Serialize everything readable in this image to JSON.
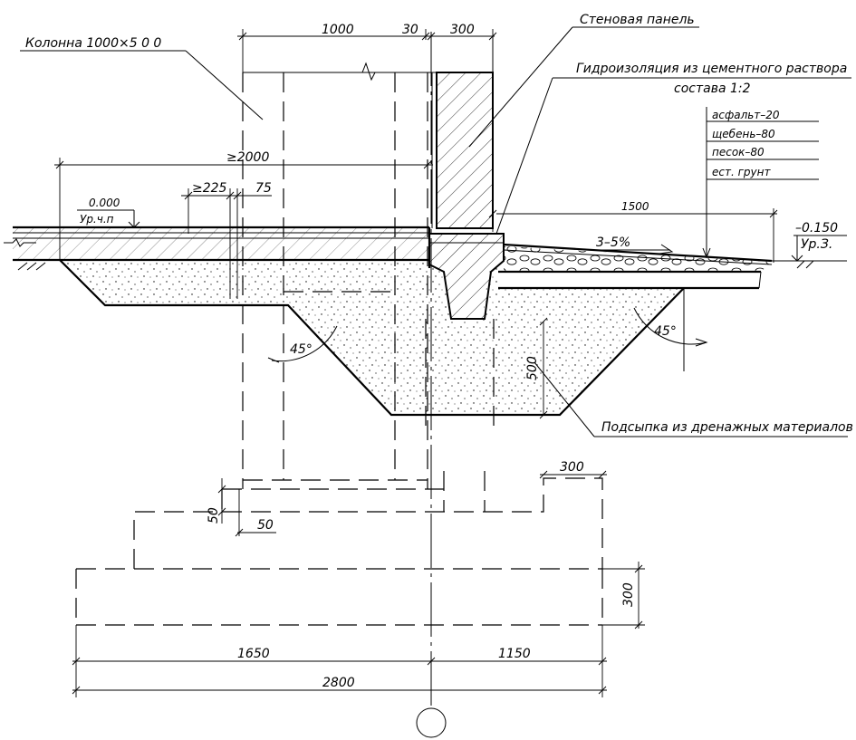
{
  "drawing": {
    "labels": {
      "column": "Колонна 1000×5 0 0",
      "wall_panel": "Стеновая панель",
      "waterproofing_line1": "Гидроизоляция из цементного раствора",
      "waterproofing_line2": "состава 1:2",
      "layer_asphalt": "асфальт–20",
      "layer_gravel": "щебень–80",
      "layer_sand": "песок–80",
      "layer_soil": "ест. грунт",
      "backfill": "Подсыпка из дренажных материалов",
      "slope": "3–5%"
    },
    "levels": {
      "floor_value": "0.000",
      "floor_name": "Ур.ч.п",
      "ground_value": "–0.150",
      "ground_name": "Ур.З."
    },
    "dimensions": {
      "d1000": "1000",
      "d30": "30",
      "d300_top": "300",
      "d2000": "≥2000",
      "d225": "≥225",
      "d75": "75",
      "d1500": "1500",
      "d500": "500",
      "d300_right": "300",
      "d50_v": "50",
      "d50_h": "50",
      "d300_vert": "300",
      "d1650": "1650",
      "d1150": "1150",
      "d2800": "2800",
      "angle_left": "45°",
      "angle_right": "45°"
    }
  }
}
